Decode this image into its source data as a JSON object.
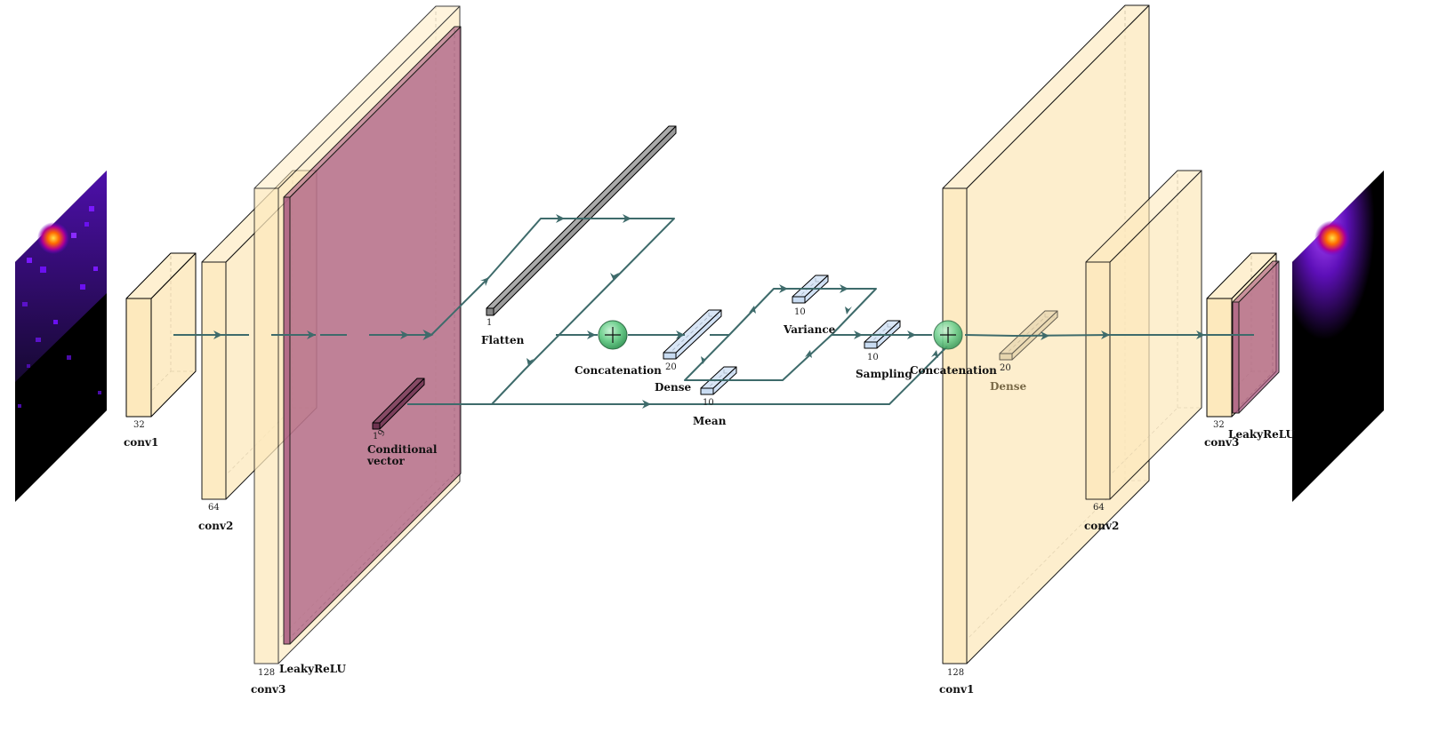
{
  "colors": {
    "conv": "#fde9bd",
    "conv_side": "#fde6b0",
    "relu": "#a8577f",
    "dense": "#c9dcf2",
    "flatten": "#888888",
    "cond": "#6e3350",
    "concat": "#6fcf8e",
    "arrow": "#3e6b6b"
  },
  "encoder": {
    "conv1": {
      "label": "conv1",
      "size": "32"
    },
    "conv2": {
      "label": "conv2",
      "size": "64"
    },
    "conv3": {
      "label": "conv3",
      "size": "128",
      "activation": "LeakyReLU"
    }
  },
  "flatten": {
    "label": "Flatten",
    "size": "1"
  },
  "conditional": {
    "label_line1": "Conditional",
    "label_line2": "vector",
    "size": "1",
    "depth": "9"
  },
  "concat_enc": {
    "label": "Concatenation"
  },
  "dense_enc": {
    "label": "Dense",
    "size": "20"
  },
  "mean": {
    "label": "Mean",
    "size": "10"
  },
  "variance": {
    "label": "Variance",
    "size": "10"
  },
  "sampling": {
    "label": "Sampling",
    "size": "10"
  },
  "concat_dec": {
    "label": "Concatenation"
  },
  "dense_dec": {
    "label": "Dense",
    "size": "20"
  },
  "decoder": {
    "conv1": {
      "label": "conv1",
      "size": "128"
    },
    "conv2": {
      "label": "conv2",
      "size": "64"
    },
    "conv3": {
      "label": "conv3",
      "size": "32",
      "activation": "LeakyReLU"
    }
  }
}
